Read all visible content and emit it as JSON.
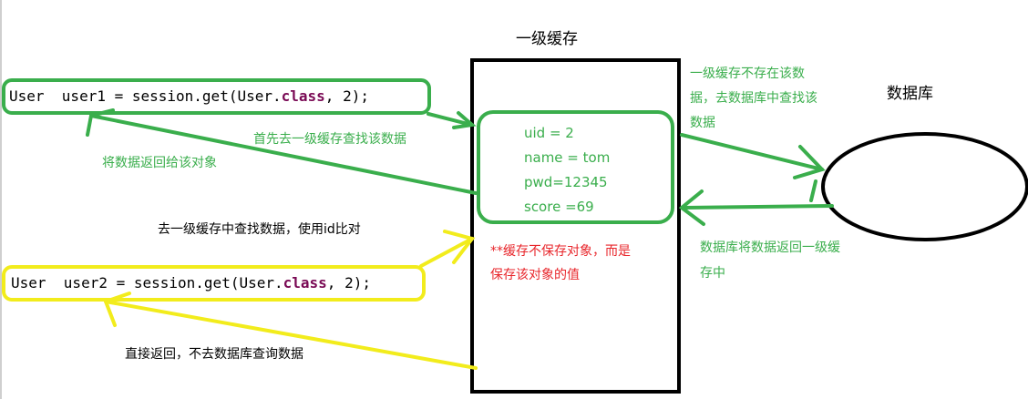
{
  "title": "一级缓存",
  "database_label": "数据库",
  "code1": {
    "pre": "User  user1 = session.get(User.",
    "kw": "class",
    "post": ", 2);"
  },
  "code2": {
    "pre": "User  user2 = session.get(User.",
    "kw": "class",
    "post": ", 2);"
  },
  "cache_entries": [
    "uid = 2",
    "name = tom",
    "pwd=12345",
    "score =69"
  ],
  "annotations": {
    "first_query": "首先去一级缓存查找该数据",
    "return_to_object": "将数据返回给该对象",
    "not_in_cache": "一级缓存不存在该数\n据，去数据库中查找该\n数据",
    "db_return": "数据库将数据返回一级缓\n存中",
    "second_query": "去一级缓存中查找数据，使用id比对",
    "cache_note": "**缓存不保存对象，而是\n保存该对象的值",
    "direct_return": "直接返回，不去数据库查询数据"
  },
  "colors": {
    "green": "#3aae4c",
    "yellow": "#f2ec1c",
    "red": "#e8262b",
    "black": "#000000",
    "keyword": "#7a0a55"
  }
}
